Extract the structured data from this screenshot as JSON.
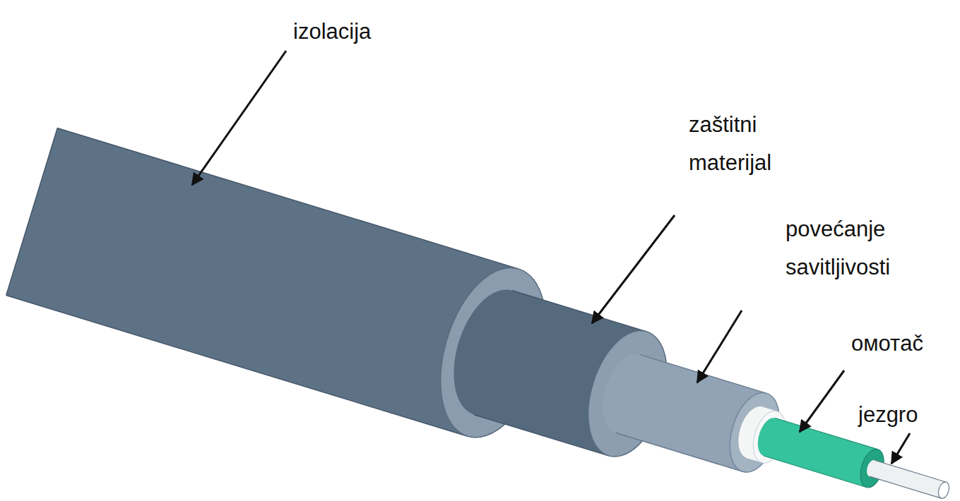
{
  "diagram": {
    "labels": [
      "izolacija",
      "zaštitni materijal",
      "povećanje savitljivosti",
      "омотač",
      "jezgro"
    ]
  }
}
